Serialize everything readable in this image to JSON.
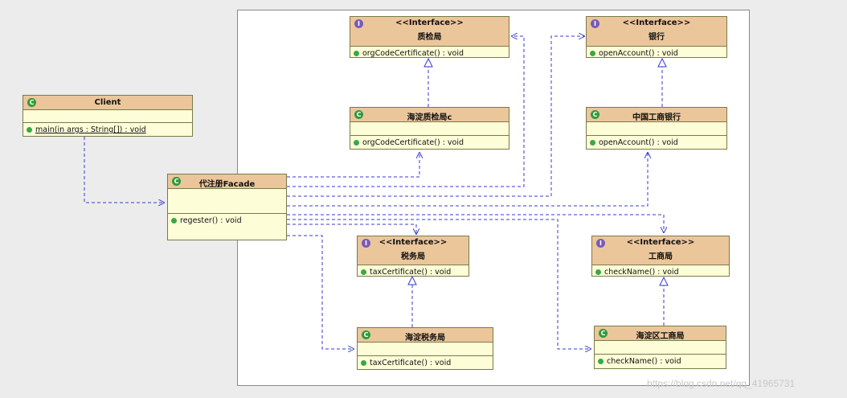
{
  "classes": {
    "client": {
      "name": "Client",
      "kind": "class",
      "op": "main(in args : String[]) : void"
    },
    "facade": {
      "name": "代注册Facade",
      "kind": "class",
      "op": "regester() : void"
    },
    "zhijian_if": {
      "stereotype": "<<Interface>>",
      "name": "质检局",
      "kind": "interface",
      "op": "orgCodeCertificate() : void"
    },
    "zhijian_impl": {
      "name": "海淀质检局c",
      "kind": "class",
      "op": "orgCodeCertificate() : void"
    },
    "bank_if": {
      "stereotype": "<<Interface>>",
      "name": "银行",
      "kind": "interface",
      "op": "openAccount() : void"
    },
    "bank_impl": {
      "name": "中国工商银行",
      "kind": "class",
      "op": "openAccount() : void"
    },
    "tax_if": {
      "stereotype": "<<Interface>>",
      "name": "税务局",
      "kind": "interface",
      "op": "taxCertificate() : void"
    },
    "tax_impl": {
      "name": "海淀税务局",
      "kind": "class",
      "op": "taxCertificate() : void"
    },
    "biz_if": {
      "stereotype": "<<Interface>>",
      "name": "工商局",
      "kind": "interface",
      "op": "checkName() : void"
    },
    "biz_impl": {
      "name": "海淀区工商局",
      "kind": "class",
      "op": "checkName() : void"
    }
  },
  "icons": {
    "class": "C",
    "interface": "I"
  },
  "colors": {
    "header": "#ebc69b",
    "body": "#fdfdd8",
    "link": "#3a3ad0",
    "method_dot": "#3aa845"
  },
  "watermark": "https://blog.csdn.net/qq_41965731"
}
